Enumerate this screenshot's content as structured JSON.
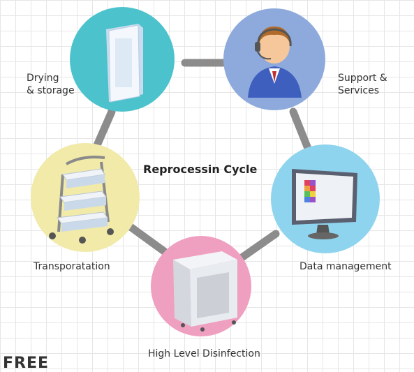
{
  "title": "Reprocessin Cycle",
  "nodes": [
    {
      "id": "drying",
      "label_line1": "Drying",
      "label_line2": "& storage",
      "icon": "storage-cabinet-icon",
      "color": "#4cc3cc"
    },
    {
      "id": "support",
      "label_line1": "Support &",
      "label_line2": "Services",
      "icon": "support-agent-icon",
      "color": "#8eaadc"
    },
    {
      "id": "data",
      "label": "Data management",
      "icon": "monitor-icon",
      "color": "#8fd4ee"
    },
    {
      "id": "disinfection",
      "label": "High Level Disinfection",
      "icon": "disinfector-machine-icon",
      "color": "#ef9fbf"
    },
    {
      "id": "transport",
      "label": "Transporatation",
      "icon": "transport-cart-icon",
      "color": "#f2eaa8"
    }
  ],
  "footer_text": "FREE"
}
